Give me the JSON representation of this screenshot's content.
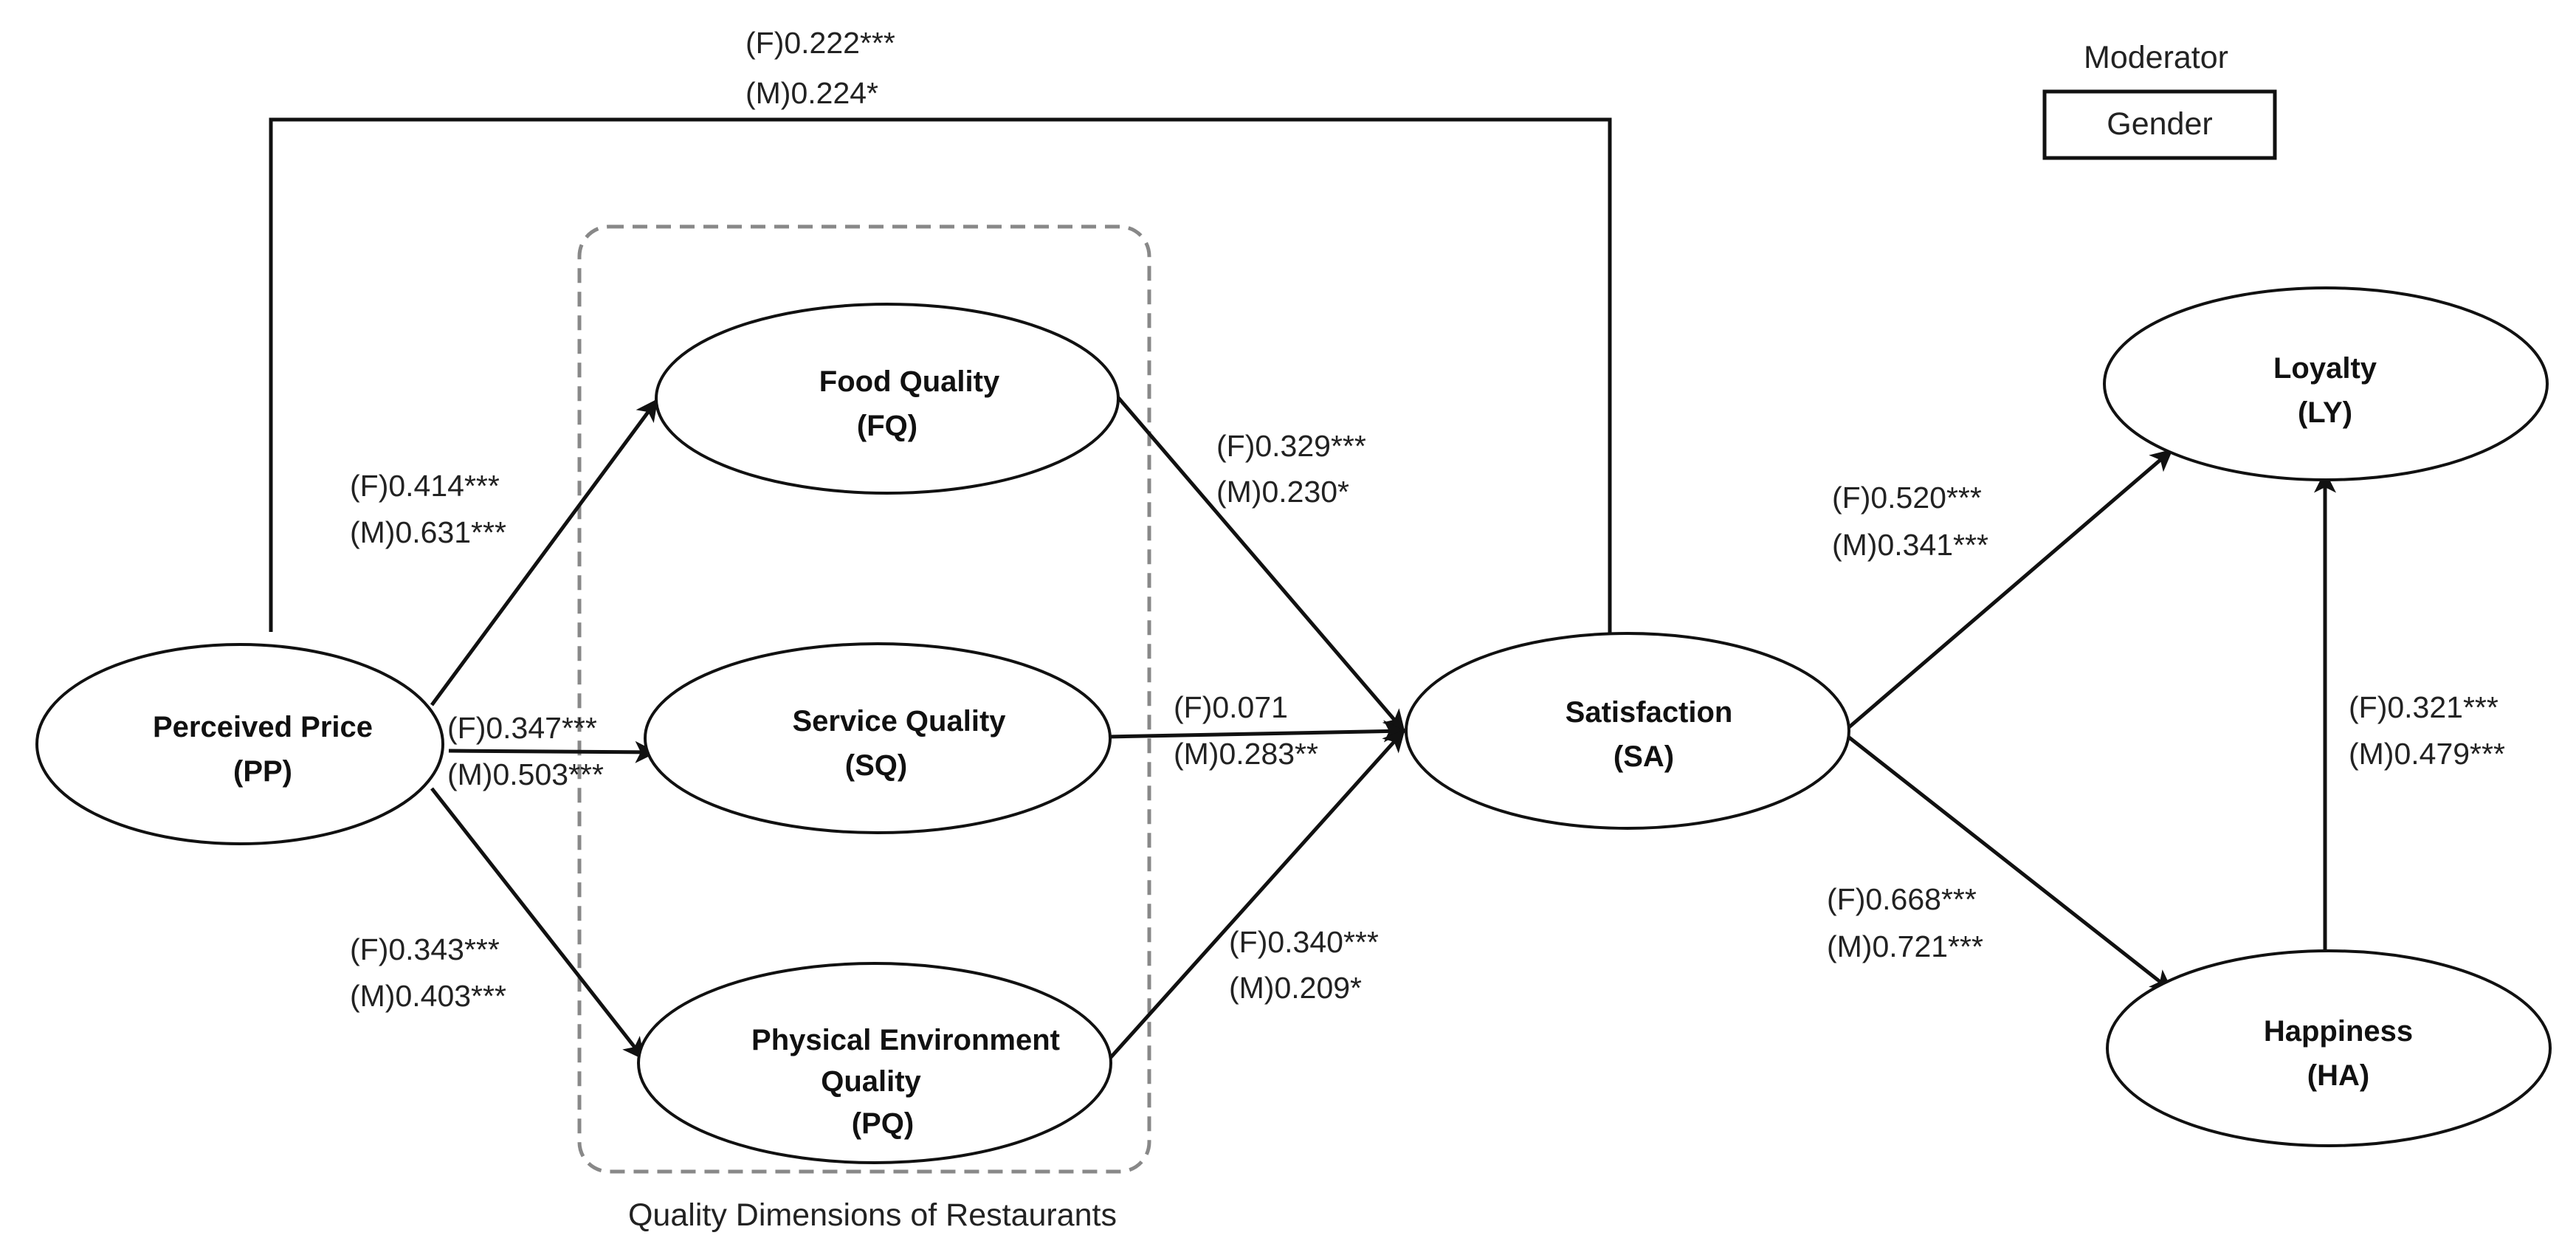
{
  "moderator": {
    "title": "Moderator",
    "label": "Gender"
  },
  "group": {
    "label": "Quality Dimensions of Restaurants"
  },
  "nodes": {
    "pp": {
      "name": "Perceived Price",
      "abbr": "(PP)"
    },
    "fq": {
      "name": "Food Quality",
      "abbr": "(FQ)"
    },
    "sq": {
      "name": "Service Quality",
      "abbr": "(SQ)"
    },
    "pq": {
      "line1": "Physical Environment",
      "line2": "Quality",
      "abbr": "(PQ)"
    },
    "sa": {
      "name": "Satisfaction",
      "abbr": "(SA)"
    },
    "ly": {
      "name": "Loyalty",
      "abbr": "(LY)"
    },
    "ha": {
      "name": "Happiness",
      "abbr": "(HA)"
    }
  },
  "paths": {
    "pp_sa": {
      "f": "(F)0.222***",
      "m": "(M)0.224*"
    },
    "pp_fq": {
      "f": "(F)0.414***",
      "m": "(M)0.631***"
    },
    "pp_sq": {
      "f": "(F)0.347***",
      "m": "(M)0.503***"
    },
    "pp_pq": {
      "f": "(F)0.343***",
      "m": "(M)0.403***"
    },
    "fq_sa": {
      "f": "(F)0.329***",
      "m": "(M)0.230*"
    },
    "sq_sa": {
      "f": "(F)0.071",
      "m": "(M)0.283**"
    },
    "pq_sa": {
      "f": "(F)0.340***",
      "m": "(M)0.209*"
    },
    "sa_ly": {
      "f": "(F)0.520***",
      "m": "(M)0.341***"
    },
    "sa_ha": {
      "f": "(F)0.668***",
      "m": "(M)0.721***"
    },
    "ha_ly": {
      "f": "(F)0.321***",
      "m": "(M)0.479***"
    }
  }
}
